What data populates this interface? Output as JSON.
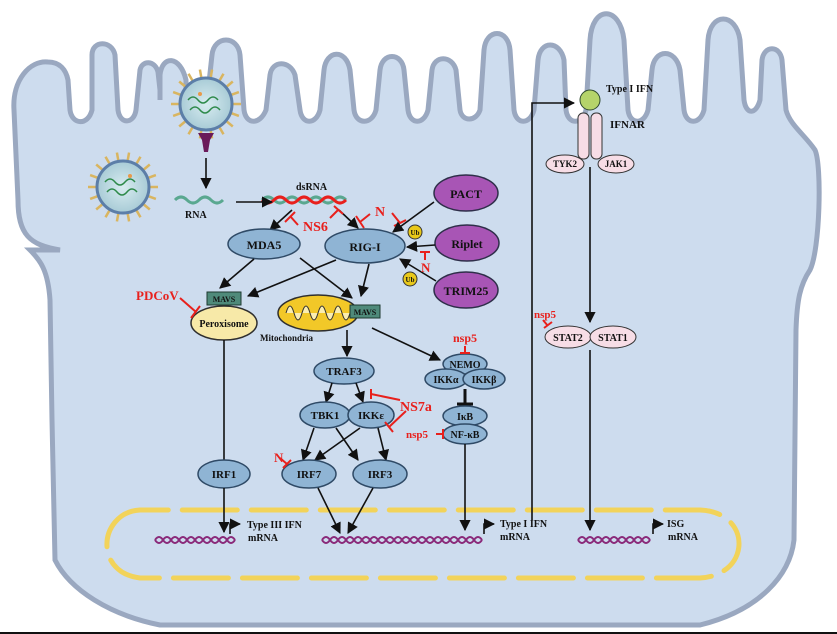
{
  "title": "Innate immune signaling pathway and viral antagonism",
  "colors": {
    "cytoplasm": "#cddcee",
    "membrane": "#9aa8c0",
    "protein_blue": "#8fb4d4",
    "protein_purple": "#a855b5",
    "inhibitor_red": "#e8201c",
    "nucleus_yellow": "#f2d35a",
    "dna_purple": "#8a2a7a",
    "ifn_green": "#b5d46a",
    "receptor_pink": "#f7dde6",
    "mavs_green": "#4f8a7a"
  },
  "virus": {
    "rna_label": "RNA",
    "dsrna_label": "dsRNA"
  },
  "sensors": {
    "mda5": "MDA5",
    "rigi": "RIG-I",
    "pact": "PACT",
    "riplet": "Riplet",
    "trim25": "TRIM25",
    "ub": "Ub"
  },
  "organelles": {
    "mavs": "MAVS",
    "peroxisome": "Peroxisome",
    "mitochondria": "Mitochondria"
  },
  "signaling": {
    "traf3": "TRAF3",
    "tbk1": "TBK1",
    "ikke": "IKKε",
    "irf7": "IRF7",
    "irf3": "IRF3",
    "irf1": "IRF1",
    "nemo": "NEMO",
    "ikka": "IKKα",
    "ikkb": "IKKβ",
    "ikb": "IκB",
    "nfkb": "NF-κB"
  },
  "receptor": {
    "ifn_label": "Type I IFN",
    "ifnar_label": "IFNAR",
    "tyk2": "TYK2",
    "jak1": "JAK1",
    "stat2": "STAT2",
    "stat1": "STAT1"
  },
  "inhibitors": {
    "ns6": "NS6",
    "n_rigi": "N",
    "n_riplet": "N",
    "n_irf7": "N",
    "pdcov": "PDCoV",
    "nsp5_nemo": "nsp5",
    "nsp5_nfkb": "nsp5",
    "nsp5_stat2": "nsp5",
    "ns7a": "NS7a"
  },
  "nucleus": {
    "type3_label": "Type III IFN",
    "type3_sub": "mRNA",
    "type1_label": "Type I IFN",
    "type1_sub": "mRNA",
    "isg_label": "ISG",
    "isg_sub": "mRNA"
  }
}
